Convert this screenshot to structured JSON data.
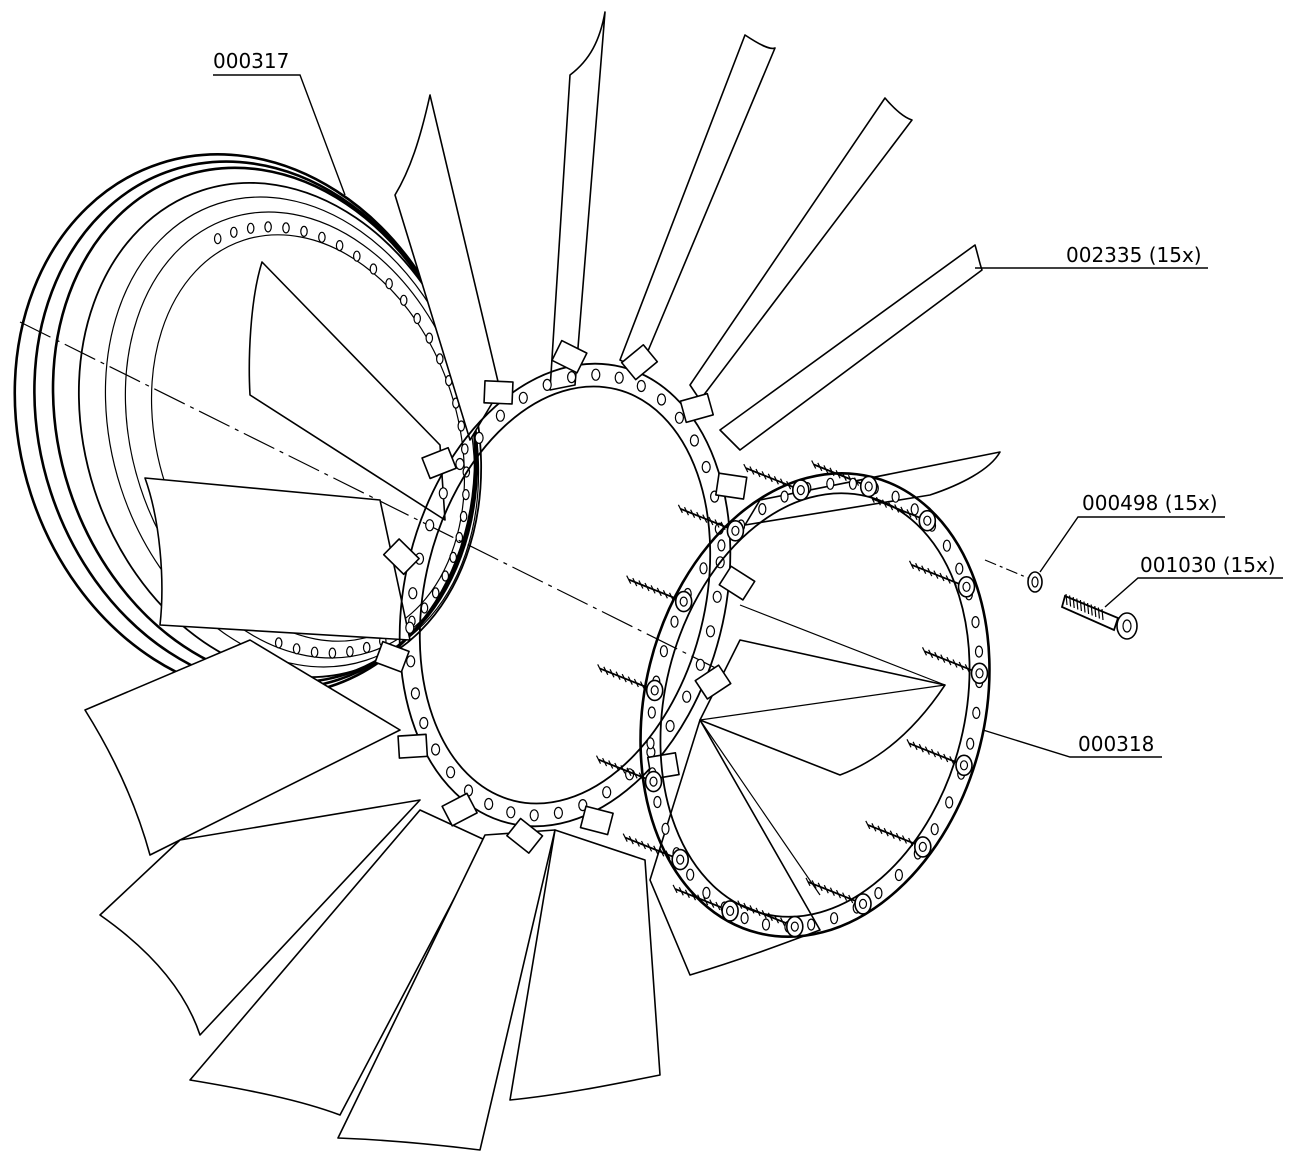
{
  "labels": {
    "shroud": "000317",
    "blade": "002335 (15x)",
    "washer": "000498 (15x)",
    "screw": "001030 (15x)",
    "ring": "000318"
  }
}
